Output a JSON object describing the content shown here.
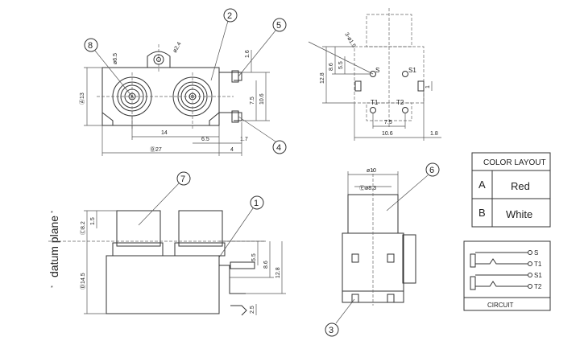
{
  "callouts": [
    "1",
    "2",
    "3",
    "4",
    "5",
    "6",
    "7",
    "8"
  ],
  "front_view_dims": {
    "d27": "Ⓑ27",
    "d14": "14",
    "d6_5": "6.5",
    "d4": "4",
    "d1_7": "1.7",
    "d13": "Ⓐ13",
    "d7_5": "7.5",
    "d10_6": "10.6",
    "d1_6": "1.6",
    "phi6_5": "ø6.5",
    "phi2_4": "ø2.4"
  },
  "pin_view_dims": {
    "d7_5": "7.5",
    "d10_6": "10.6",
    "d1_8": "1.8",
    "d12_8": "12.8",
    "d8_6": "8.6",
    "d5_5": "5.5",
    "d1": "1",
    "holes": "3-ø1.5",
    "pin_s": "S",
    "pin_s1": "S1",
    "pin_t1": "T1",
    "pin_t2": "T2"
  },
  "side_view_dims": {
    "datum": "datum plane",
    "d8_2": "Ⓒ8.2",
    "d1_5": "1.5",
    "d14_5": "Ⓓ14.5",
    "d5_5": "5.5",
    "d8_6": "8.6",
    "d12_8": "12.8",
    "d2_5": "2.5"
  },
  "end_view_dims": {
    "phi10": "ø10",
    "phi8_3": "Ⓔø8.3"
  },
  "color_layout": {
    "title": "COLOR LAYOUT",
    "rows": [
      {
        "key": "A",
        "color": "Red"
      },
      {
        "key": "B",
        "color": "White"
      }
    ]
  },
  "circuit": {
    "title": "CIRCUIT",
    "pins": [
      "S",
      "T1",
      "S1",
      "T2"
    ]
  },
  "colors": {
    "line": "#333333",
    "text": "#222222",
    "background": "#ffffff"
  }
}
